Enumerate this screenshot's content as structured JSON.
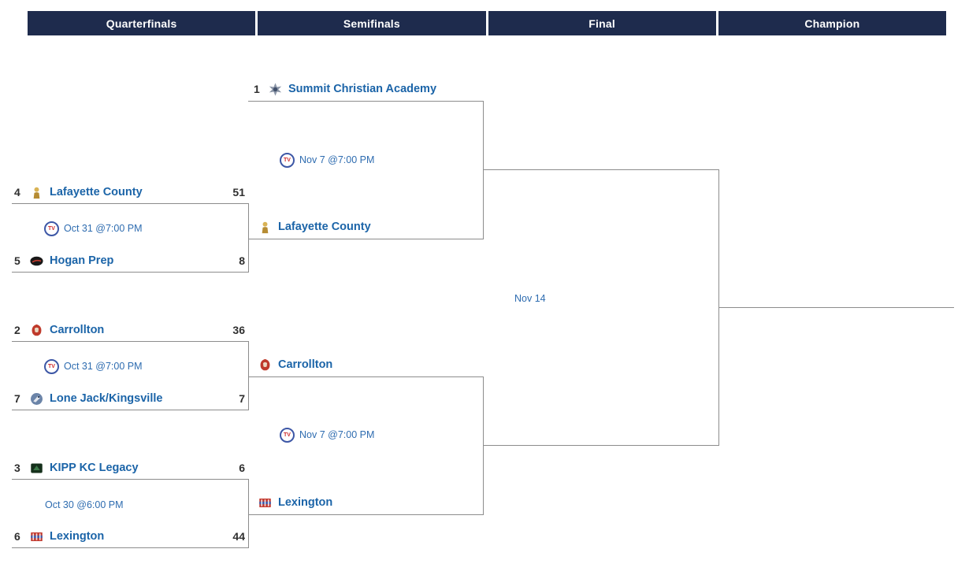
{
  "colors": {
    "header_bg": "#1e2b4d",
    "header_text": "#ffffff",
    "team_name": "#1b64a8",
    "date_text": "#2e6cb0",
    "seed_score": "#2f2f2f",
    "line_color": "#8c8c8c"
  },
  "header": {
    "columns": [
      {
        "label": "Quarterfinals"
      },
      {
        "label": "Semifinals"
      },
      {
        "label": "Final"
      },
      {
        "label": "Champion"
      }
    ]
  },
  "icons": {
    "tv_label": "TV"
  },
  "rounds": {
    "quarterfinals": [
      {
        "date": "Oct 31 @7:00 PM",
        "tv": true,
        "top": {
          "seed": "4",
          "name": "Lafayette County",
          "score": "51",
          "logo": "lafayette-county-logo"
        },
        "bottom": {
          "seed": "5",
          "name": "Hogan Prep",
          "score": "8",
          "logo": "hogan-prep-logo"
        }
      },
      {
        "date": "Oct 31 @7:00 PM",
        "tv": true,
        "top": {
          "seed": "2",
          "name": "Carrollton",
          "score": "36",
          "logo": "carrollton-logo"
        },
        "bottom": {
          "seed": "7",
          "name": "Lone Jack/Kingsville",
          "score": "7",
          "logo": "lone-jack-kingsville-logo"
        }
      },
      {
        "date": "Oct 30 @6:00 PM",
        "tv": false,
        "top": {
          "seed": "3",
          "name": "KIPP KC Legacy",
          "score": "6",
          "logo": "kipp-kc-legacy-logo"
        },
        "bottom": {
          "seed": "6",
          "name": "Lexington",
          "score": "44",
          "logo": "lexington-logo"
        }
      }
    ],
    "semifinals": [
      {
        "date": "Nov 7 @7:00 PM",
        "tv": true,
        "top": {
          "seed": "1",
          "name": "Summit Christian Academy",
          "logo": "summit-christian-academy-logo"
        },
        "bottom": {
          "name": "Lafayette County",
          "logo": "lafayette-county-logo"
        }
      },
      {
        "date": "Nov 7 @7:00 PM",
        "tv": true,
        "top": {
          "name": "Carrollton",
          "logo": "carrollton-logo"
        },
        "bottom": {
          "name": "Lexington",
          "logo": "lexington-logo"
        }
      }
    ],
    "final": {
      "date": "Nov 14"
    }
  }
}
